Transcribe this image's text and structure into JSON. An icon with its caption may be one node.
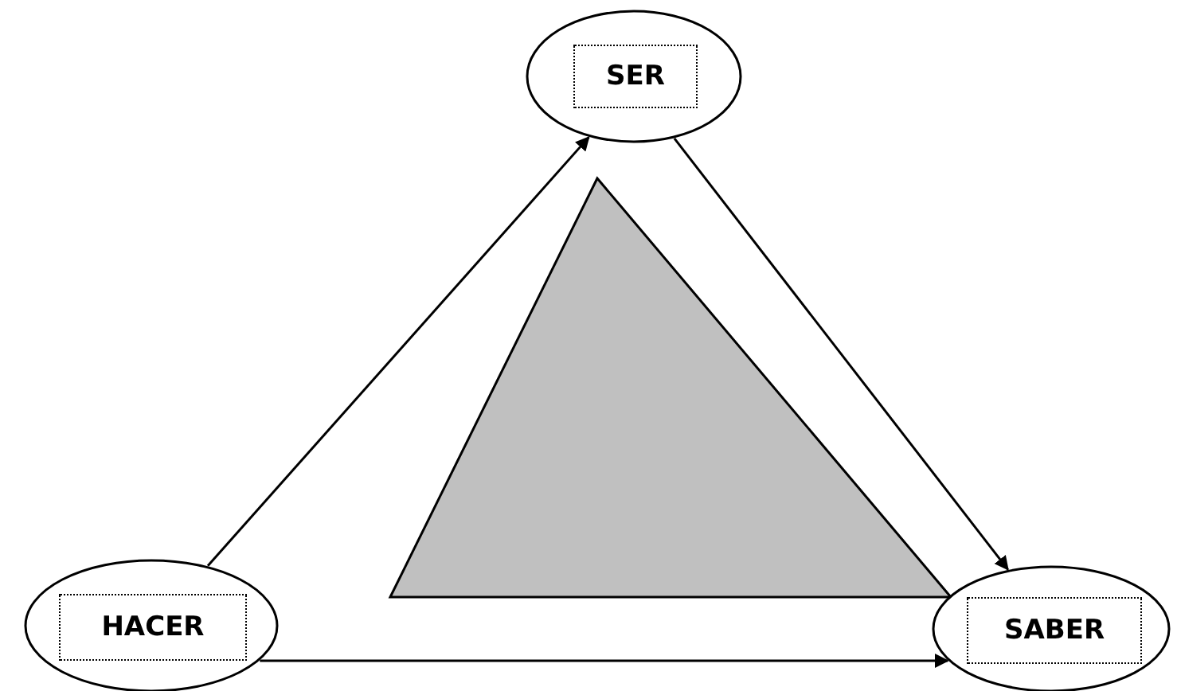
{
  "diagram": {
    "nodes": [
      {
        "text": [
          "SER"
        ]
      },
      {
        "text": [
          "HACER"
        ]
      },
      {
        "text": [
          "SABER"
        ]
      },
      {
        "text": [],
        "shape": "triangle"
      }
    ],
    "edges": [
      {
        "from": 1,
        "to": 0,
        "arrow": "to"
      },
      {
        "from": 0,
        "to": 2,
        "arrow": "to"
      },
      {
        "from": 1,
        "to": 2,
        "arrow": "to"
      }
    ]
  }
}
